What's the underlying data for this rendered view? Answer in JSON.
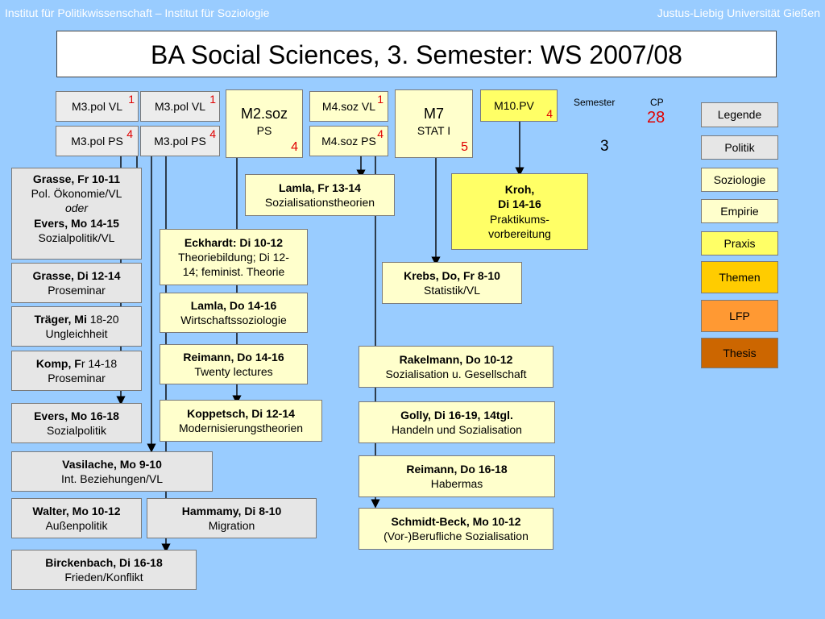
{
  "header": {
    "left": "Institut für Politikwissenschaft – Institut für Soziologie",
    "right": "Justus-Liebig Universität Gießen"
  },
  "title": "BA Social Sciences, 3. Semester: WS 2007/08",
  "modules": {
    "m3pol_vl_1": {
      "label": "M3.pol VL",
      "cp": "1"
    },
    "m3pol_vl_2": {
      "label": "M3.pol VL",
      "cp": "1"
    },
    "m3pol_ps_1": {
      "label": "M3.pol PS",
      "cp": "4"
    },
    "m3pol_ps_2": {
      "label": "M3.pol PS",
      "cp": "4"
    },
    "m2soz": {
      "label": "M2.soz",
      "sub": "PS",
      "cp": "4"
    },
    "m4soz_vl": {
      "label": "M4.soz VL",
      "cp": "1"
    },
    "m4soz_ps": {
      "label": "M4.soz PS",
      "cp": "4"
    },
    "m7": {
      "label": "M7",
      "sub": "STAT I",
      "cp": "5"
    },
    "m10pv": {
      "label": "M10.PV",
      "cp": "4"
    }
  },
  "semester": {
    "label": "Semester",
    "value": "3"
  },
  "cp": {
    "label": "CP",
    "value": "28"
  },
  "legend": {
    "title": "Legende",
    "items": [
      "Politik",
      "Soziologie",
      "Empirie",
      "Praxis",
      "Themen",
      "LFP",
      "Thesis"
    ],
    "colors": [
      "#e6e6e6",
      "#ffffcc",
      "#ffffcc",
      "#ffff66",
      "#ffcc00",
      "#ff9933",
      "#cc6600"
    ]
  },
  "courses": {
    "grasse_fr": {
      "l1": "Grasse, Fr 10-11",
      "l2": "Pol. Ökonomie/VL",
      "l3": "oder",
      "l4": "Evers, Mo 14-15",
      "l5": "Sozialpolitik/VL"
    },
    "grasse_di": {
      "l1": "Grasse, Di 12-14",
      "l2": "Proseminar"
    },
    "traeger": {
      "l1b": "Träger, Mi",
      "l1": " 18-20",
      "l2": "Ungleichheit"
    },
    "komp": {
      "l1b": "Komp, F",
      "l1": "r 14-18",
      "l2": "Proseminar"
    },
    "evers_mo": {
      "l1": "Evers, Mo 16-18",
      "l2": "Sozialpolitik"
    },
    "vasilache": {
      "l1": "Vasilache, Mo 9-10",
      "l2": "Int. Beziehungen/VL"
    },
    "walter": {
      "l1": "Walter, Mo 10-12",
      "l2": "Außenpolitik"
    },
    "hammamy": {
      "l1": "Hammamy, Di 8-10",
      "l2": "Migration"
    },
    "birckenbach": {
      "l1": "Birckenbach, Di 16-18",
      "l2": "Frieden/Konflikt"
    },
    "lamla_fr": {
      "l1": "Lamla, Fr 13-14",
      "l2": "Sozialisationstheorien"
    },
    "eckhardt": {
      "l1": "Eckhardt: Di 10-12",
      "l2": "Theoriebildung; Di 12-",
      "l3": "14; feminist. Theorie"
    },
    "lamla_do": {
      "l1": "Lamla, Do 14-16",
      "l2": "Wirtschaftssoziologie"
    },
    "reimann_do14": {
      "l1": "Reimann, Do 14-16",
      "l2": "Twenty lectures"
    },
    "koppetsch": {
      "l1": "Koppetsch, Di 12-14",
      "l2": "Modernisierungstheorien"
    },
    "kroh": {
      "l1": "Kroh,",
      "l2": "Di 14-16",
      "l3": "Praktikums-",
      "l4": "vorbereitung"
    },
    "krebs": {
      "l1": "Krebs, Do, Fr 8-10",
      "l2": "Statistik/VL"
    },
    "rakelmann": {
      "l1": "Rakelmann, Do 10-12",
      "l2": "Sozialisation u. Gesellschaft"
    },
    "golly": {
      "l1": "Golly, Di 16-19, 14tgl.",
      "l2": "Handeln und Sozialisation"
    },
    "reimann_do16": {
      "l1": "Reimann, Do 16-18",
      "l2": "Habermas"
    },
    "schmidt": {
      "l1": "Schmidt-Beck, Mo 10-12",
      "l2": "(Vor-)Berufliche Sozialisation"
    }
  }
}
